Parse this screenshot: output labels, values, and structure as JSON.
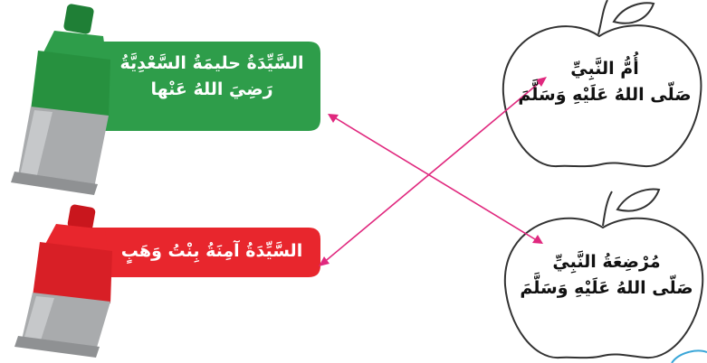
{
  "colors": {
    "green_box": "#2e9d4a",
    "green_cap": "#1f7f36",
    "red_box": "#e8262d",
    "red_cap": "#c9161d",
    "tube_body": "#a9abad",
    "connector": "#e0287e",
    "apple_stroke": "#333333"
  },
  "left_items": [
    {
      "id": "halima",
      "lines": [
        "السَّيِّدَةُ حليمَةُ السَّعْدِيَّةُ",
        "رَضِيَ اللهُ عَنْها"
      ]
    },
    {
      "id": "amina",
      "lines": [
        "السَّيِّدَةُ آمِنَةُ بِنْتُ وَهَبٍ"
      ]
    }
  ],
  "right_items": [
    {
      "id": "mother",
      "lines": [
        "أُمُّ النَّبِيِّ",
        "صَلّى اللهُ عَلَيْهِ وَسَلَّمَ"
      ]
    },
    {
      "id": "nurse",
      "lines": [
        "مُرْضِعَةُ النَّبِيِّ",
        "صَلّى اللهُ عَلَيْهِ وَسَلَّمَ"
      ]
    }
  ],
  "connections": [
    {
      "from": "halima",
      "to": "nurse"
    },
    {
      "from": "amina",
      "to": "mother"
    }
  ]
}
